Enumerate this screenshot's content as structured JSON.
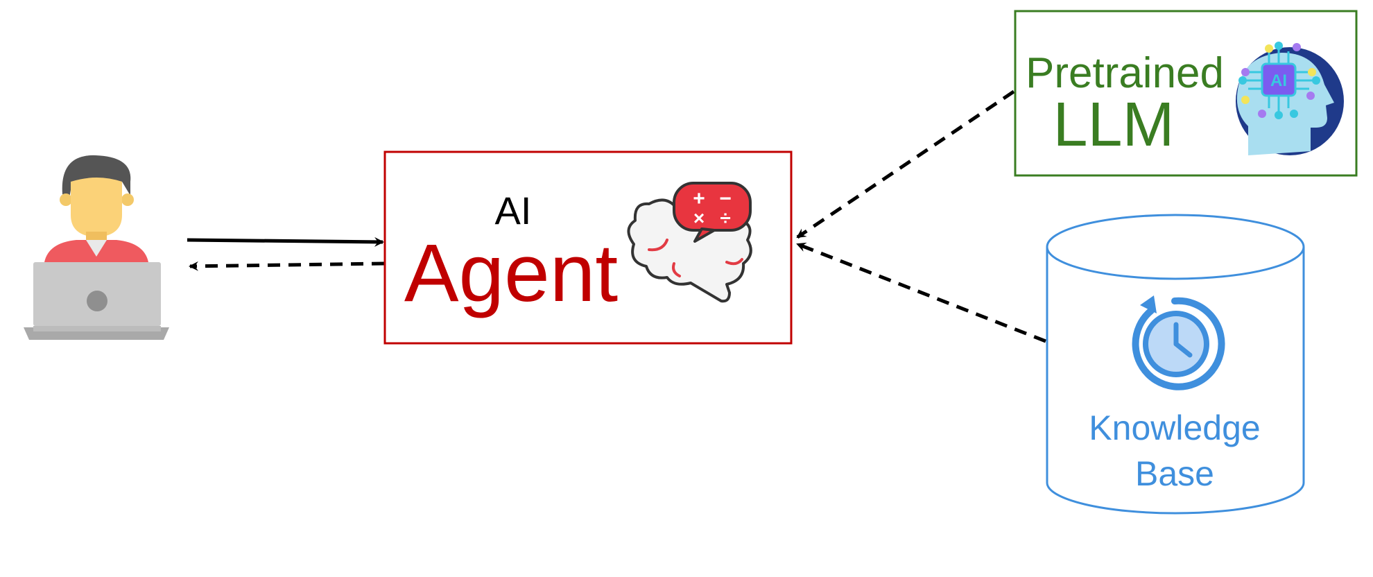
{
  "agent": {
    "small_label": "AI",
    "big_label": "Agent",
    "border_color": "#c00000",
    "text_color": "#c00000",
    "icon": "brain-math-icon",
    "bubble_symbols": [
      "+",
      "−",
      "×",
      "÷"
    ]
  },
  "llm": {
    "line1": "Pretrained",
    "line2": "LLM",
    "color": "#3a7d22",
    "icon": "ai-head-chip-icon",
    "chip_label": "AI"
  },
  "knowledge_base": {
    "line1": "Knowledge",
    "line2": "Base",
    "color": "#3f8fdd",
    "icon": "history-clock-icon"
  },
  "user": {
    "icon": "user-laptop-icon"
  },
  "arrows": [
    {
      "from": "user",
      "to": "agent",
      "style": "solid"
    },
    {
      "from": "agent",
      "to": "user",
      "style": "dashed"
    },
    {
      "from": "llm",
      "to": "agent",
      "style": "dashed"
    },
    {
      "from": "knowledge_base",
      "to": "agent",
      "style": "dashed"
    }
  ]
}
